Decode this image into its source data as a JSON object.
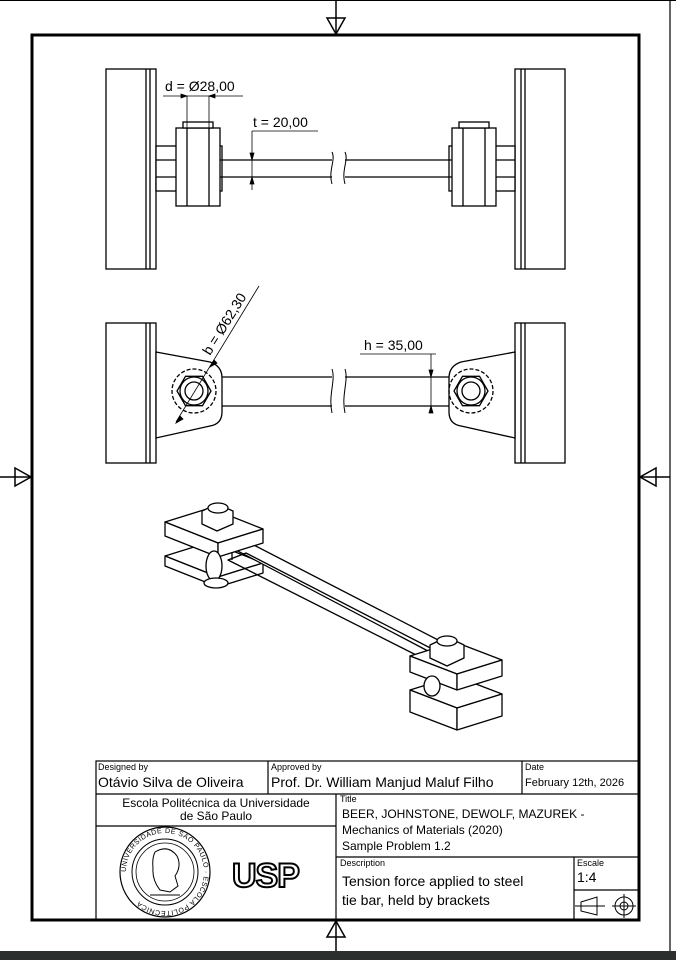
{
  "dimensions": {
    "d_label": "d = Ø28,00",
    "t_label": "t = 20,00",
    "b_label": "b = Ø62,30",
    "h_label": "h = 35,00"
  },
  "title_block": {
    "designed_by_caption": "Designed by",
    "designed_by": "Otávio Silva de Oliveira",
    "approved_by_caption": "Approved by",
    "approved_by": "Prof. Dr. William Manjud Maluf Filho",
    "date_caption": "Date",
    "date": "February 12th, 2026",
    "school_line1": "Escola Politécnica da Universidade",
    "school_line2": "de São Paulo",
    "title_caption": "Title",
    "title_line1": "BEER, JOHNSTONE, DEWOLF, MAZUREK -",
    "title_line2": "Mechanics of Materials (2020)",
    "title_line3": "Sample Problem 1.2",
    "description_caption": "Description",
    "description_line1": "Tension force applied to steel",
    "description_line2": "tie bar, held by brackets",
    "scale_caption": "Escale",
    "scale": "1:4",
    "seal_text": "UNIVERSIDADE DE SÃO PAULO · ESCOLA POLITÉCNICA",
    "logo_text": "USP"
  }
}
